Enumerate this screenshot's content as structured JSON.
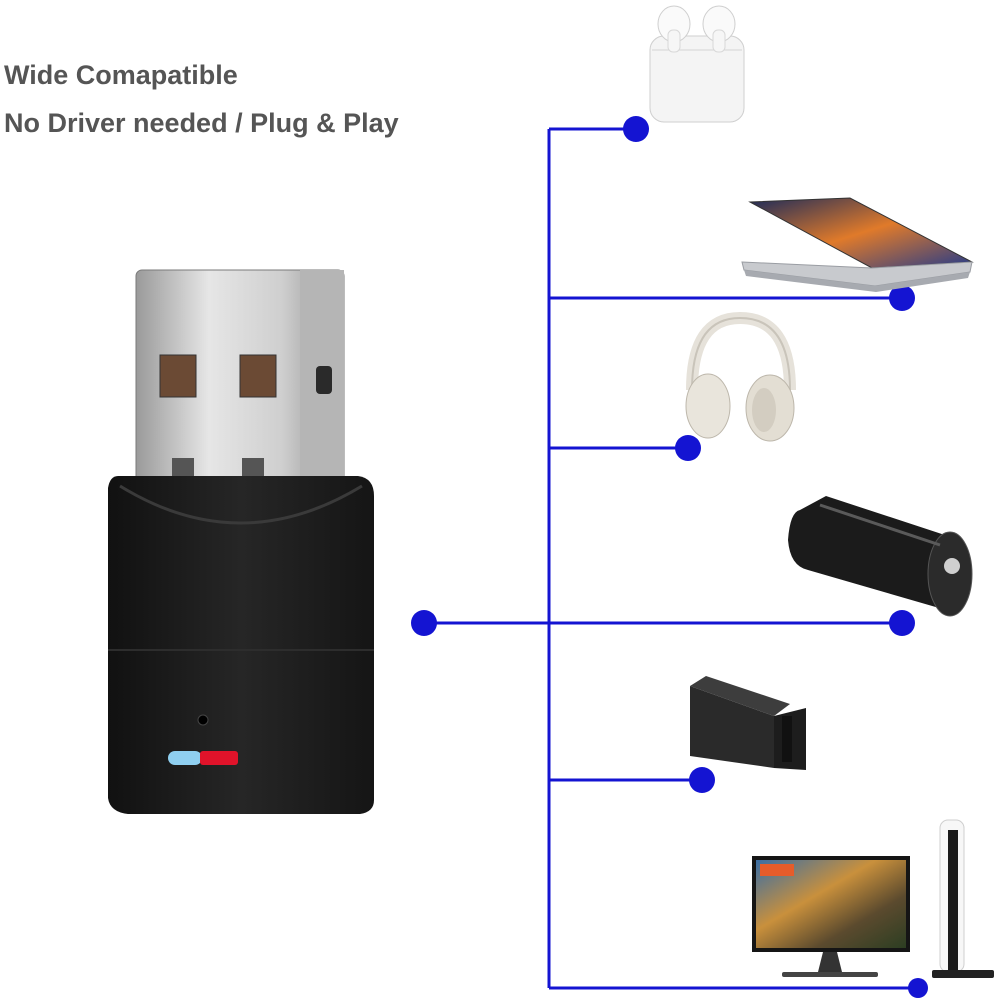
{
  "headline": {
    "line1": "Wide Comapatible",
    "line2": "No Driver needed / Plug & Play"
  },
  "colors": {
    "connector": "#1414d2",
    "background": "#ffffff",
    "heading": "#555555",
    "adapter_body": "#1c1c1c",
    "led_blue": "#8fcff0",
    "led_red": "#e0132a"
  },
  "devices": [
    {
      "name": "earbuds-case"
    },
    {
      "name": "laptop"
    },
    {
      "name": "headphones"
    },
    {
      "name": "bluetooth-speaker"
    },
    {
      "name": "console-dock"
    },
    {
      "name": "tv-and-console"
    }
  ]
}
